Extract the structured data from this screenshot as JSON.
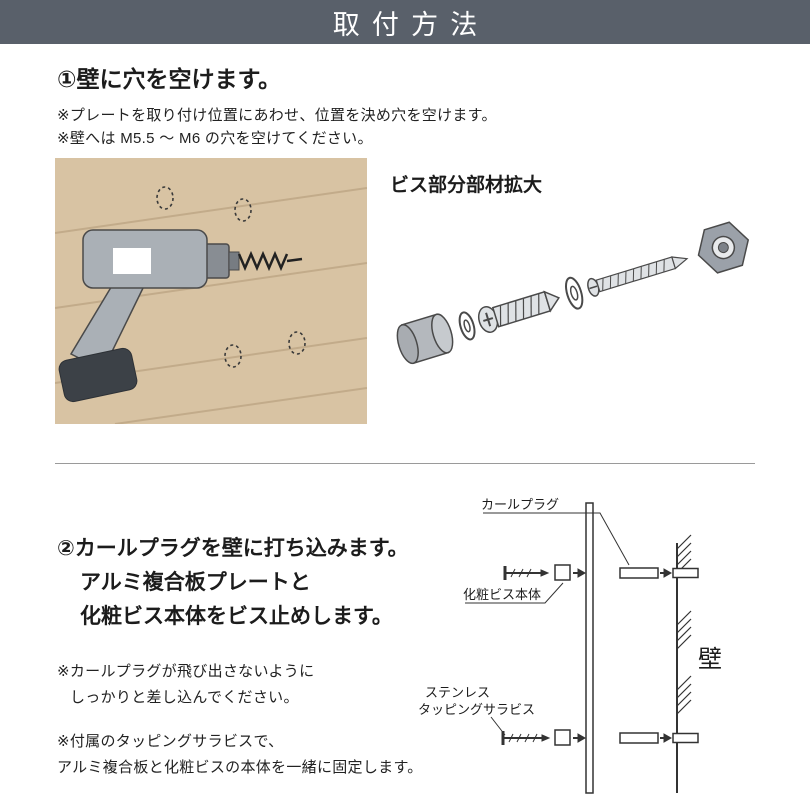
{
  "header": {
    "title": "取付方法"
  },
  "step1": {
    "heading": "①壁に穴を空けます。",
    "notes": [
      "※プレートを取り付け位置にあわせ、位置を決め穴を空けます。",
      "※壁へは M5.5 ～ M6 の穴を空けてください。"
    ],
    "parts_label": "ビス部分部材拡大"
  },
  "step2": {
    "heading_lines": [
      "②カールプラグを壁に打ち込みます。",
      "アルミ複合板プレートと",
      "化粧ビス本体をビス止めします。"
    ],
    "note1_lines": [
      "※カールプラグが飛び出さないように",
      "しっかりと差し込んでください。"
    ],
    "note2_lines": [
      "※付属のタッピングサラビスで、",
      "アルミ複合板と化粧ビスの本体を一緒に固定します。"
    ],
    "diagram_labels": {
      "curl_plug": "カールプラグ",
      "deco_screw_body": "化粧ビス本体",
      "stainless_line1": "ステンレス",
      "stainless_line2": "タッピングサラビス",
      "wall": "壁"
    }
  },
  "colors": {
    "header_bg": "#59606a",
    "wood": "#d8c3a3",
    "plank_line": "#c2ab8a",
    "drill_gray": "#aab0b6",
    "battery_dark": "#3c4147",
    "line": "#333333"
  }
}
